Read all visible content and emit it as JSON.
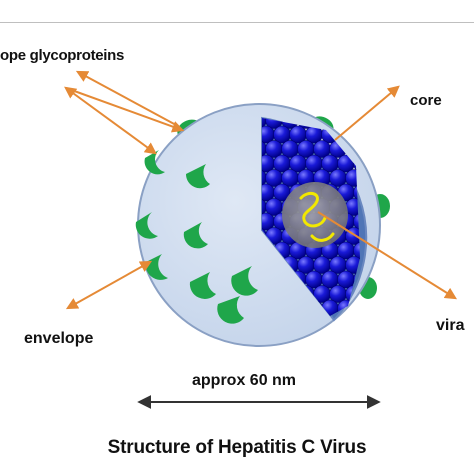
{
  "labels": {
    "glycoproteins": "ope glycoproteins",
    "core": "core",
    "envelope": "envelope",
    "viral": "vira",
    "size": "approx 60 nm",
    "title": "Structure of Hepatitis C Virus"
  },
  "colors": {
    "envelope_fill": "#cfdcef",
    "envelope_stroke": "#8aa0c4",
    "cutaway_fill": "#4f75b6",
    "core_sphere": "#1a1ad8",
    "glycoprotein": "#1fa64a",
    "arrow": "#e58a36",
    "rna": "#f2e800",
    "scale_arrow": "#333333"
  }
}
